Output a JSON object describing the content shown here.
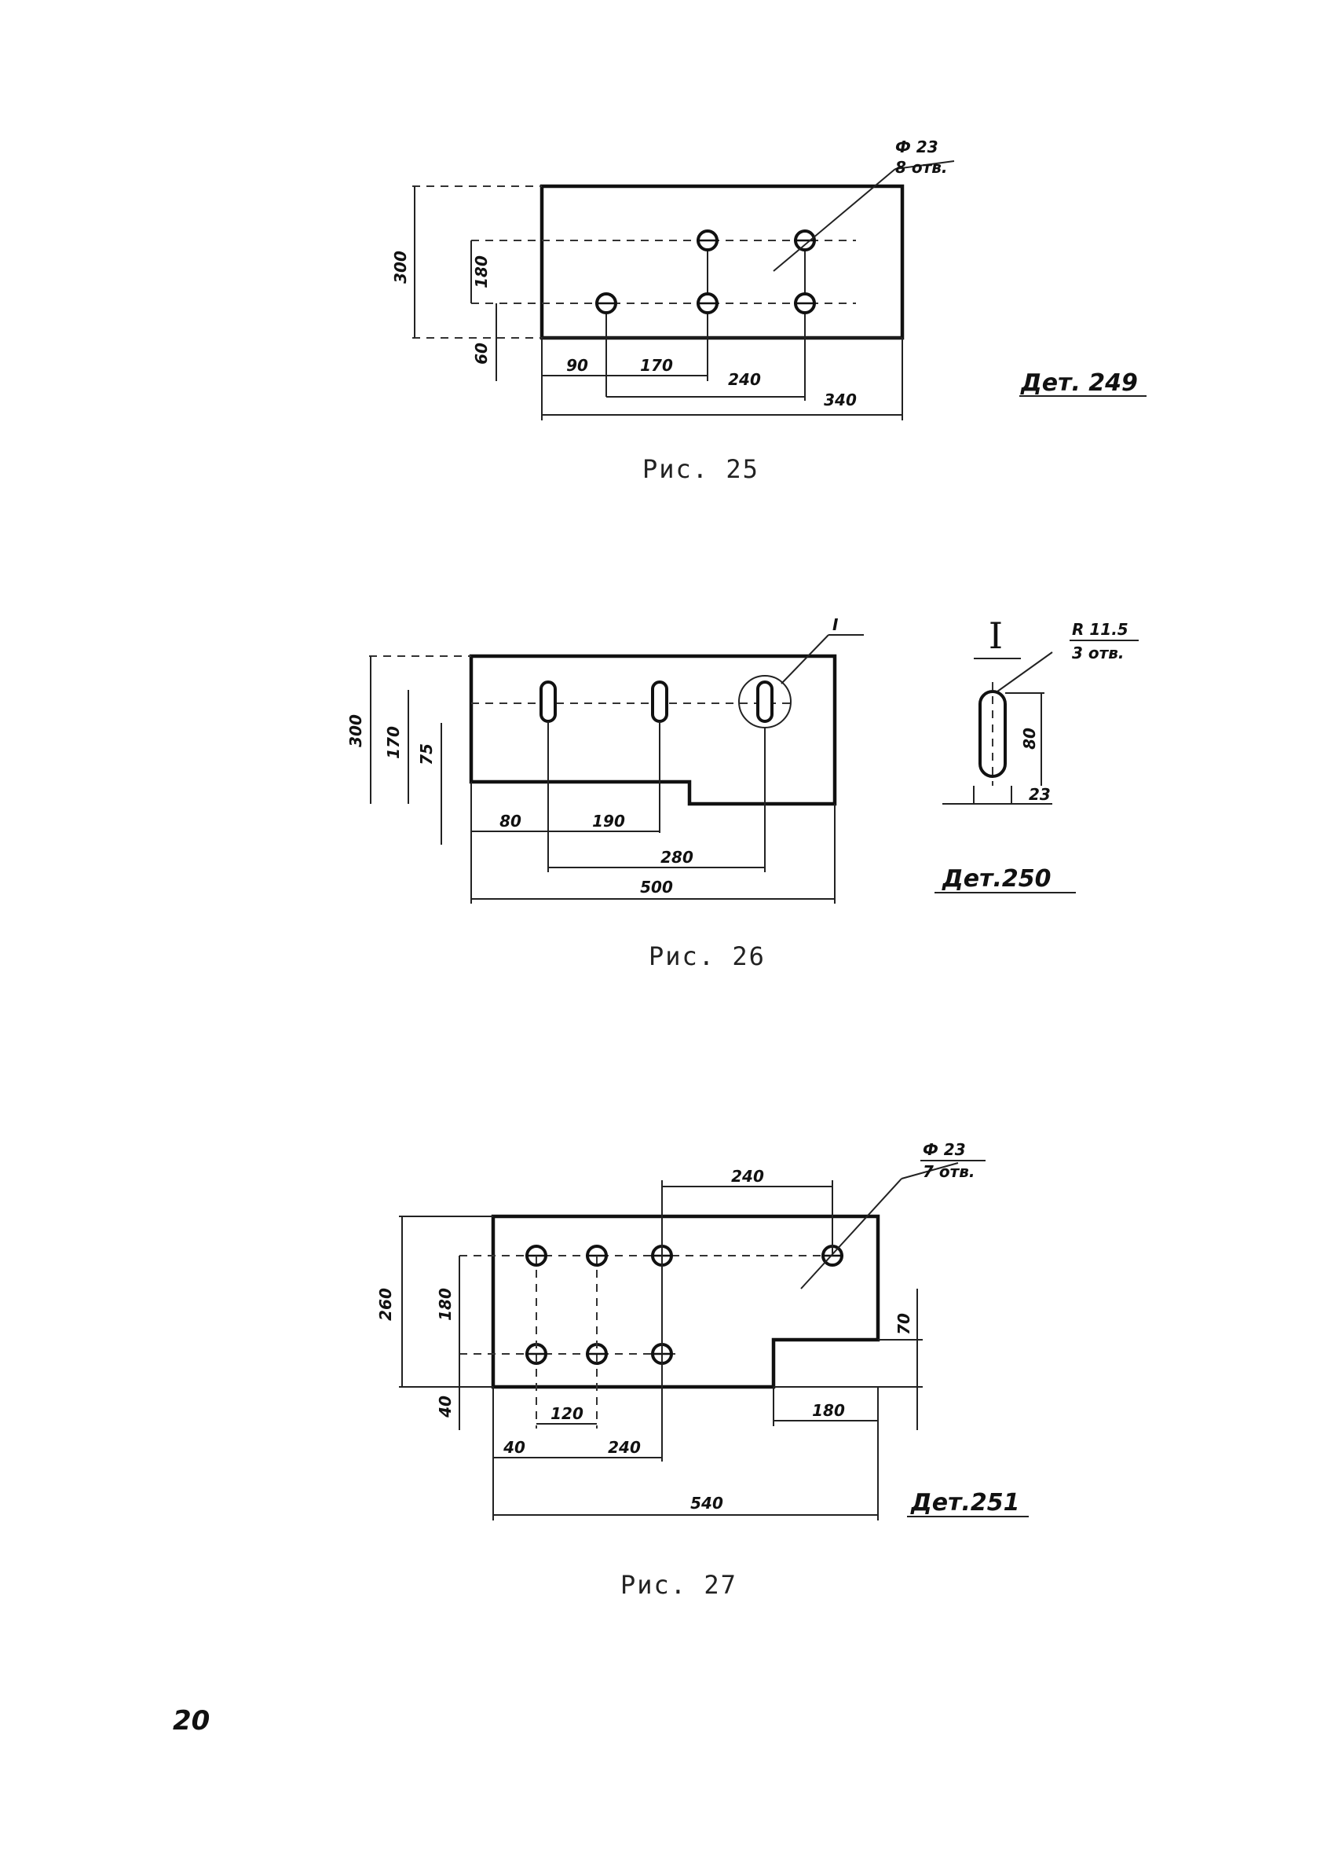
{
  "page_number": "20",
  "figures": [
    {
      "caption": "Рис. 25",
      "detail_label": "Дет. 249",
      "leader_note": {
        "diameter": "Ф 23",
        "count": "8 отв."
      },
      "dimensions": {
        "height": "300",
        "inner_height": "180",
        "edge_offset": "60",
        "x1": "90",
        "x2": "170",
        "x3": "240",
        "total": "340"
      }
    },
    {
      "caption": "Рис. 26",
      "detail_label": "Дет.250",
      "view_label": "I",
      "leader_label": "I",
      "slot_note": {
        "size": "R 11.5",
        "count": "3 отв."
      },
      "dimensions": {
        "height": "300",
        "inner_height": "170",
        "step_height": "75",
        "x1": "80",
        "x2": "190",
        "x3": "280",
        "total": "500",
        "slot_length": "80",
        "slot_width": "23"
      }
    },
    {
      "caption": "Рис. 27",
      "detail_label": "Дет.251",
      "leader_note": {
        "diameter": "Ф 23",
        "count": "7 отв."
      },
      "dimensions": {
        "top": "240",
        "height": "260",
        "inner_height": "180",
        "bottom_offset": "40",
        "right_height": "70",
        "x1": "120",
        "x2": "40",
        "x3": "240",
        "total": "540",
        "step_width": "180"
      }
    }
  ]
}
